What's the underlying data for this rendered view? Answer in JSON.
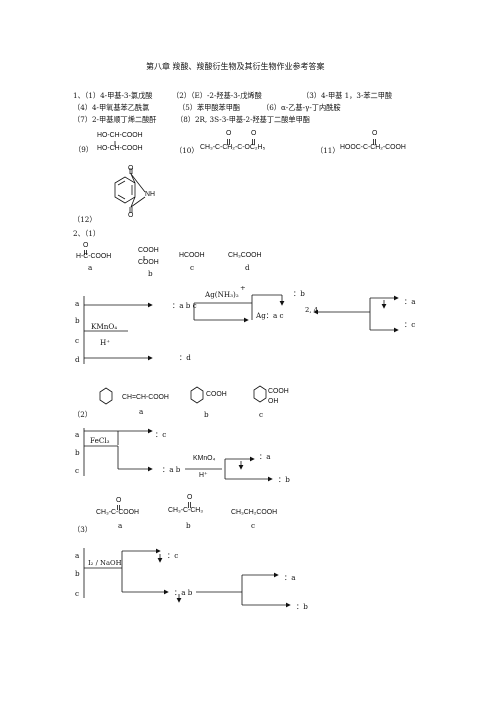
{
  "title": "第八章   羧酸、羧酸衍生物及其衍生物作业参考答案",
  "q1": {
    "lines": [
      [
        "1、（1）4-甲基-3-氯戊酸",
        "（2）（E）-2-羟基-3-戊烯酸",
        "（3）4-甲基 1，3-苯二甲酸"
      ],
      [
        "（4）4-甲氧基苯乙酰氯",
        "（5）苯甲酸苯甲酯",
        "（6）α-乙基-γ-丁内酰胺"
      ],
      [
        "（7）2-甲基顺丁烯二酸酐",
        "（8）2R, 3S-3-甲基-2-羟基丁二酸单甲酯"
      ]
    ],
    "n9": "（9）",
    "n10": "（10）",
    "n11": "（11）",
    "n12": "（12）",
    "s9a": "HO-CH-COOH",
    "s9b": "HO-CH-COOH",
    "s10": "CH₃-C-CH₂-C-OC₂H₅",
    "s11": "HOOC-C-CH₂-COOH",
    "o": "O",
    "nh": "NH"
  },
  "q2": {
    "head": "2、（1）",
    "p1": {
      "a_formula": "H-C-COOH",
      "b_formula_1": "COOH",
      "b_formula_2": "COOH",
      "c_formula": "HCOOH",
      "d_formula": "CH₃COOH",
      "letters": [
        "a",
        "b",
        "c",
        "d"
      ],
      "reagent1": "KMnO₄",
      "reagent1b": "H⁺",
      "res_abc": "：a b c",
      "reagent2": "Ag(NH₃)₂",
      "plus": "+",
      "res_b": "：b",
      "ag_ac": "Ag：a  c",
      "cond": "2, 4",
      "res_a": "：a",
      "res_c": "：c",
      "res_d": "：d"
    },
    "p2": {
      "num": "（2）",
      "a_formula": "CH=CH-COOH",
      "b_formula": "COOH",
      "c_formula_1": "COOH",
      "c_formula_2": "OH",
      "letters": [
        "a",
        "b",
        "c"
      ],
      "reagent1": "FeCl₃",
      "res_c": "：c",
      "res_ab": "：a  b",
      "reagent2": "KMnO₄",
      "reagent2b": "H⁺",
      "res_a": "：a",
      "res_b": "：b"
    },
    "p3": {
      "num": "（3）",
      "a_formula": "CH₃-C-COOH",
      "b_formula": "CH₃-C-CH₃",
      "c_formula": "CH₃CH₂COOH",
      "letters": [
        "a",
        "b",
        "c"
      ],
      "reagent1": "I₂ / NaOH",
      "res_c": "：c",
      "res_ab": "：a  b",
      "res_a": "：a",
      "res_b": "：b"
    }
  }
}
